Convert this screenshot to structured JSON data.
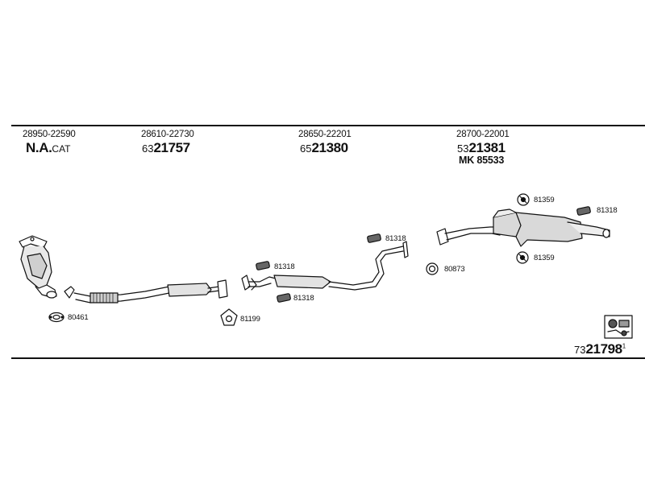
{
  "header": {
    "col1": {
      "oe": "28950-22590",
      "ref_bold": "N.A.",
      "ref_small": "CAT"
    },
    "col2": {
      "oe": "28610-22730",
      "prefix": "63",
      "number": "21757"
    },
    "col3": {
      "oe": "28650-22201",
      "prefix": "65",
      "number": "21380"
    },
    "col4": {
      "oe": "28700-22001",
      "prefix": "53",
      "number": "21381",
      "mk": "MK  85533"
    }
  },
  "parts": {
    "gasket_front": "80461",
    "gasket_round": "81199",
    "hanger_a": "81318",
    "hanger_b": "81318",
    "hanger_c": "81318",
    "hanger_d": "81318",
    "ring_gasket": "80873",
    "clamp_top": "81359",
    "clamp_bottom": "81359"
  },
  "kit": {
    "prefix": "73",
    "number": "21798",
    "suffix": "1"
  },
  "colors": {
    "line": "#111111",
    "fill": "#d9d9d9",
    "fill_dark": "#9a9a9a"
  }
}
